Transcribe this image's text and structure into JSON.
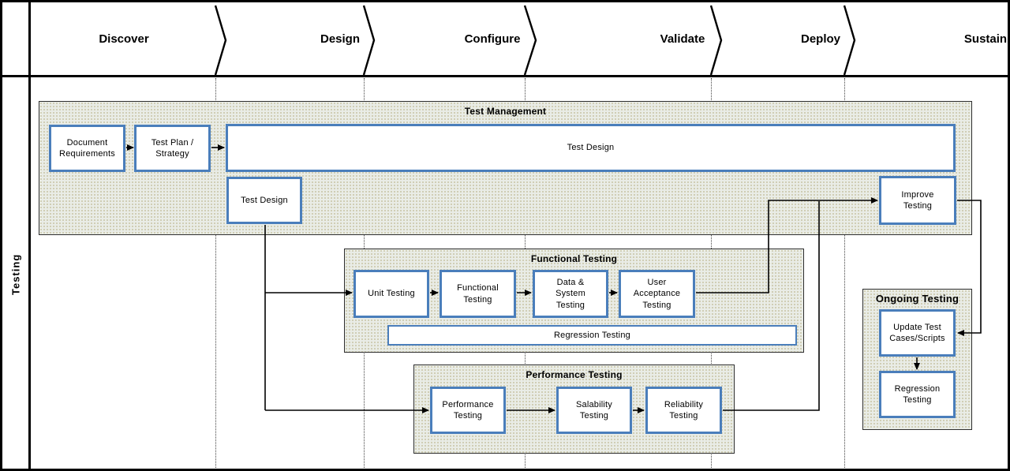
{
  "lane_label": "Testing",
  "phases": [
    {
      "label": "Discover"
    },
    {
      "label": "Design"
    },
    {
      "label": "Configure"
    },
    {
      "label": "Validate"
    },
    {
      "label": "Deploy"
    },
    {
      "label": "Sustain"
    }
  ],
  "groups": {
    "test_management": {
      "title": "Test Management"
    },
    "functional_testing": {
      "title": "Functional Testing"
    },
    "performance_testing": {
      "title": "Performance Testing"
    },
    "ongoing_testing": {
      "title": "Ongoing Testing"
    }
  },
  "boxes": {
    "document_requirements": "Document\nRequirements",
    "test_plan_strategy": "Test Plan /\nStrategy",
    "test_design_wide": "Test Design",
    "test_design": "Test Design",
    "improve_testing": "Improve\nTesting",
    "unit_testing": "Unit Testing",
    "functional_testing": "Functional\nTesting",
    "data_system_testing": "Data &\nSystem\nTesting",
    "user_acceptance_testing": "User\nAcceptance\nTesting",
    "regression_testing": "Regression Testing",
    "performance_testing": "Performance\nTesting",
    "salability_testing": "Salability\nTesting",
    "reliability_testing": "Reliability\nTesting",
    "update_test_cases": "Update Test\nCases/Scripts",
    "ongoing_regression_testing": "Regression\nTesting"
  },
  "colors": {
    "box_border": "#4a7ebb",
    "group_fill": "#e9ece6",
    "group_dot": "#cbc8ac",
    "connector": "#000000"
  }
}
